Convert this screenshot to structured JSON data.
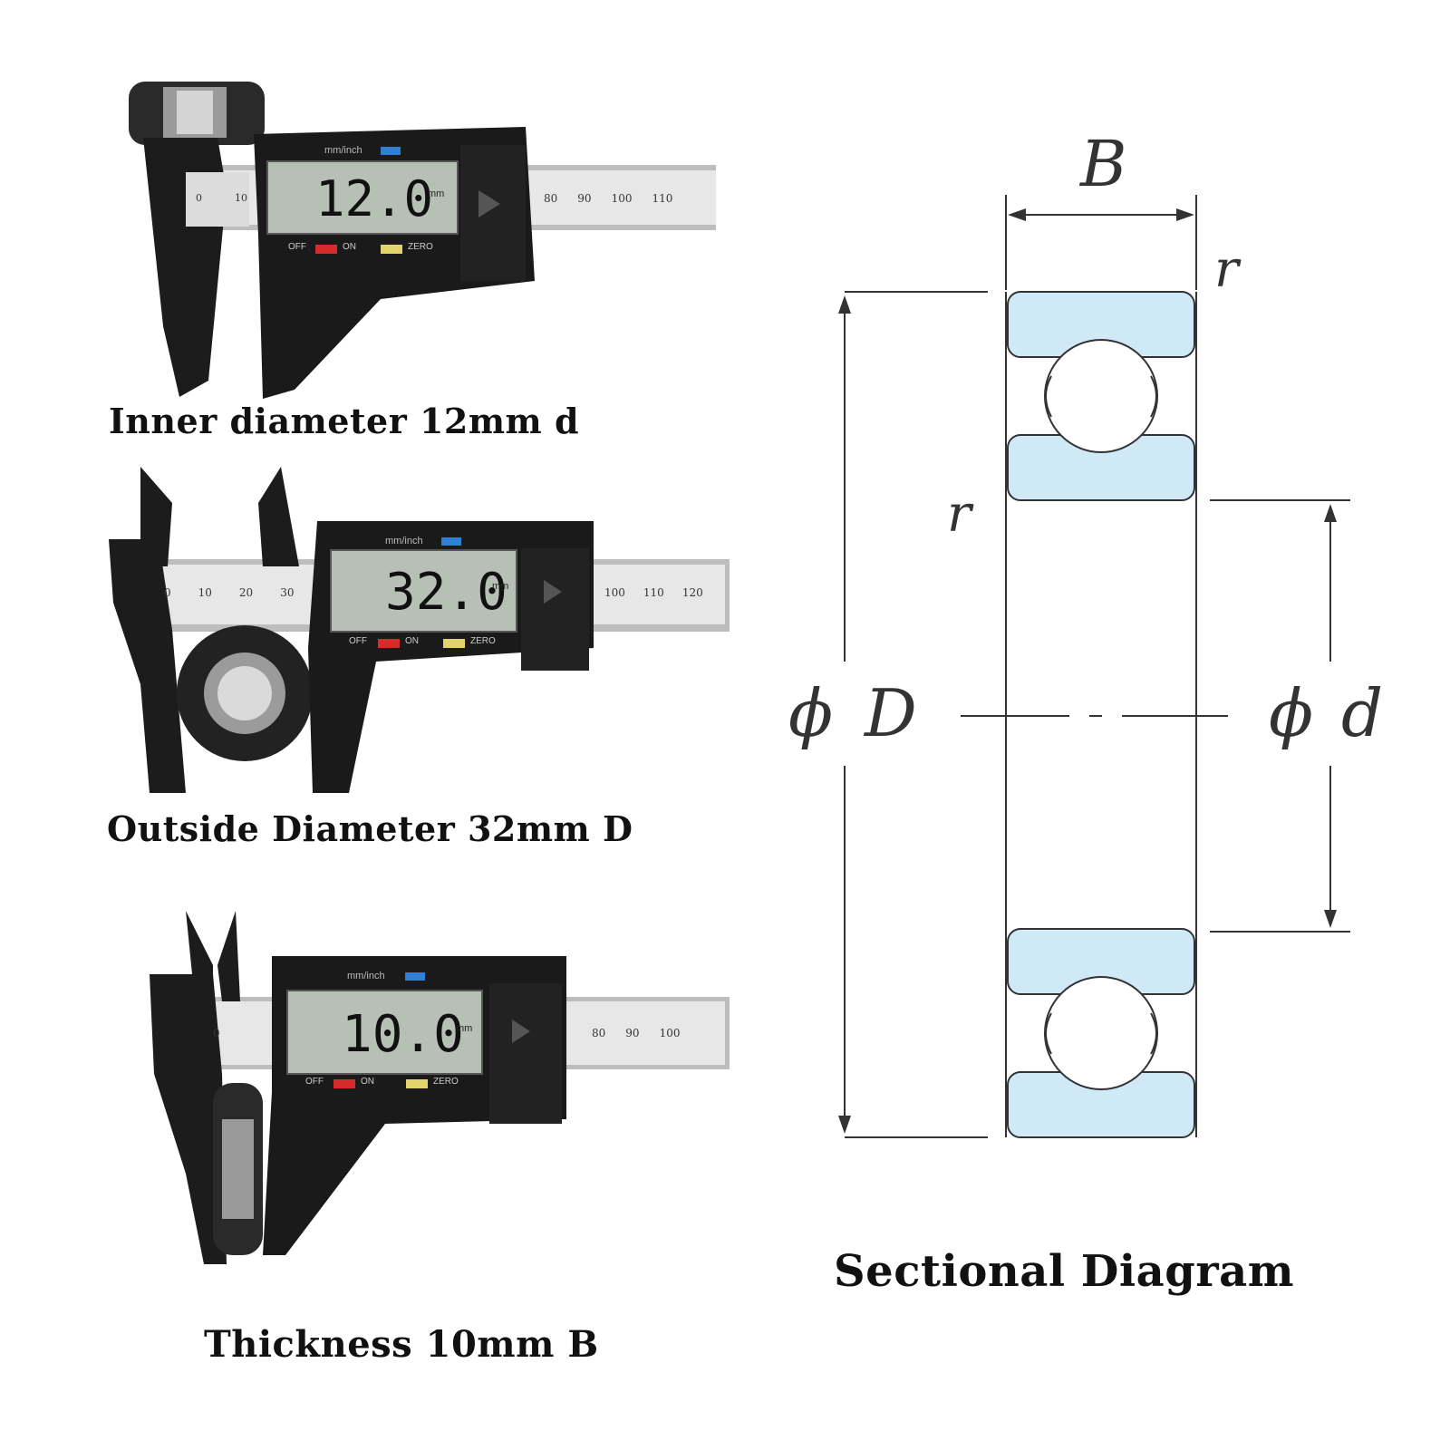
{
  "calipers": [
    {
      "reading": "12.0",
      "unit": "mm",
      "mode_label": "mm/inch",
      "off_label": "OFF",
      "on_label": "ON",
      "zero_label": "ZERO",
      "scale_left": [
        "0",
        "10"
      ],
      "scale_right": [
        "80",
        "90",
        "100",
        "110"
      ],
      "caption": "Inner diameter  12mm d"
    },
    {
      "reading": "32.0",
      "unit": "mm",
      "mode_label": "mm/inch",
      "off_label": "OFF",
      "on_label": "ON",
      "zero_label": "ZERO",
      "scale_left": [
        "0",
        "10",
        "20",
        "30"
      ],
      "scale_right": [
        "100",
        "110",
        "120"
      ],
      "caption": "Outside Diameter  32mm D"
    },
    {
      "reading": "10.0",
      "unit": "mm",
      "mode_label": "mm/inch",
      "off_label": "OFF",
      "on_label": "ON",
      "zero_label": "ZERO",
      "scale_left": [
        "0"
      ],
      "scale_right": [
        "80",
        "90",
        "100"
      ],
      "caption": "Thickness 10mm  B"
    }
  ],
  "diagram": {
    "label_width": "B",
    "label_radius": "r",
    "label_outer_symbol": "ϕ",
    "label_outer": "D",
    "label_inner_symbol": "ϕ",
    "label_inner": "d",
    "caption": "Sectional Diagram",
    "ring_fill": "#cfe9f7",
    "line_color": "#333333"
  }
}
